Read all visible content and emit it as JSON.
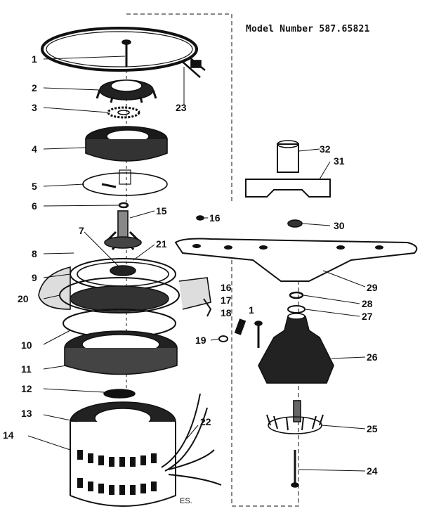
{
  "model_label": "Model Number 587.65821",
  "footer_code": "ES.",
  "callouts": {
    "n1": "1",
    "n2": "2",
    "n3": "3",
    "n4": "4",
    "n5": "5",
    "n6": "6",
    "n7": "7",
    "n8": "8",
    "n9": "9",
    "n10": "10",
    "n11": "11",
    "n12": "12",
    "n13": "13",
    "n14": "14",
    "n15": "15",
    "n16a": "16",
    "n16b": "16",
    "n17": "17",
    "n18": "18",
    "n19": "19",
    "n20": "20",
    "n21": "21",
    "n22": "22",
    "n23": "23",
    "n24": "24",
    "n25": "25",
    "n26": "26",
    "n27": "27",
    "n28": "28",
    "n29": "29",
    "n30": "30",
    "n31": "31",
    "n32": "32",
    "n1b": "1"
  }
}
